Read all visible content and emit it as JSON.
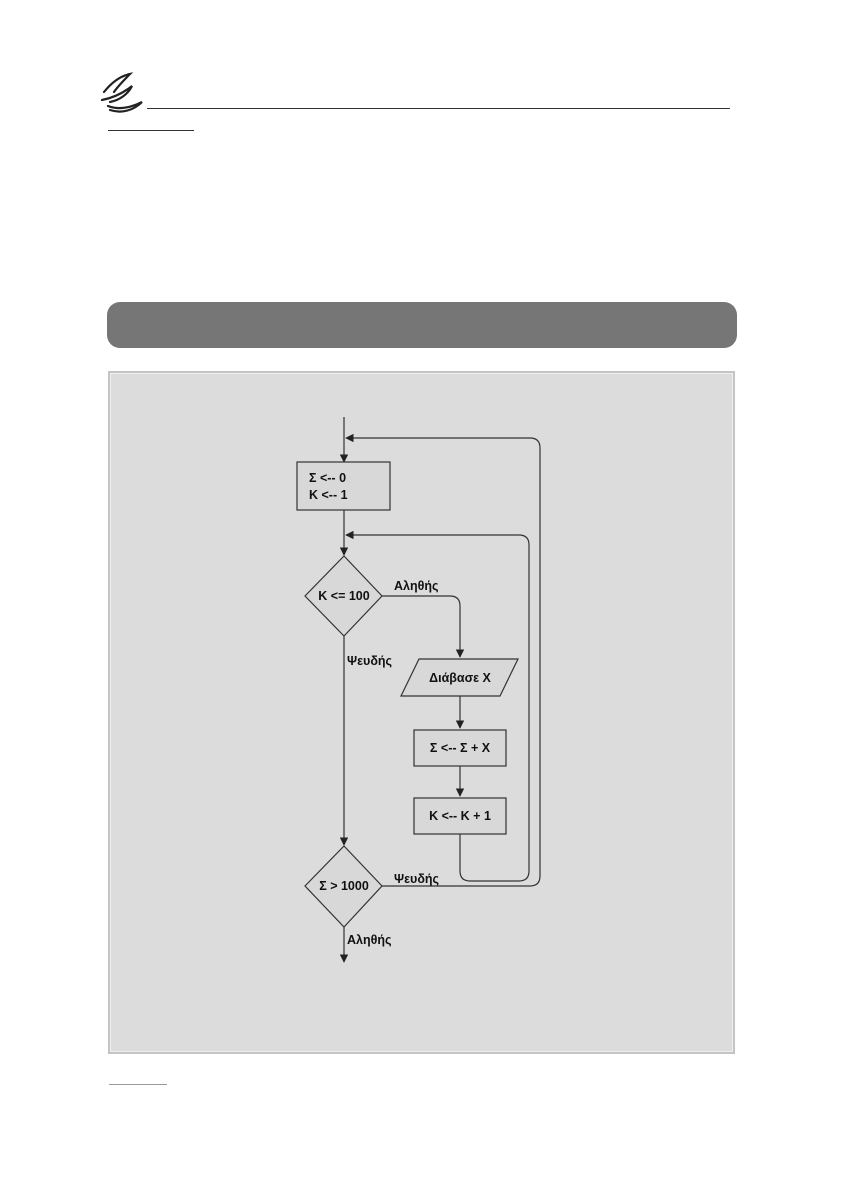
{
  "flowchart": {
    "init_lines": [
      "Σ <-- 0",
      "Κ <-- 1"
    ],
    "loop_condition": "Κ <= 100",
    "read_step": "Διάβασε Χ",
    "sum_step": "Σ <-- Σ + Χ",
    "increment_step": "Κ <-- Κ + 1",
    "final_condition": "Σ > 1000",
    "loop_true_label": "Αληθής",
    "loop_false_label": "Ψευδής",
    "final_false_label": "Ψευδής",
    "final_true_label": "Αληθής"
  },
  "colors": {
    "header_bar": "#767676",
    "panel_background": "#dcdcdc",
    "shape_fill": "#d8d8d8",
    "line": "#333333"
  }
}
